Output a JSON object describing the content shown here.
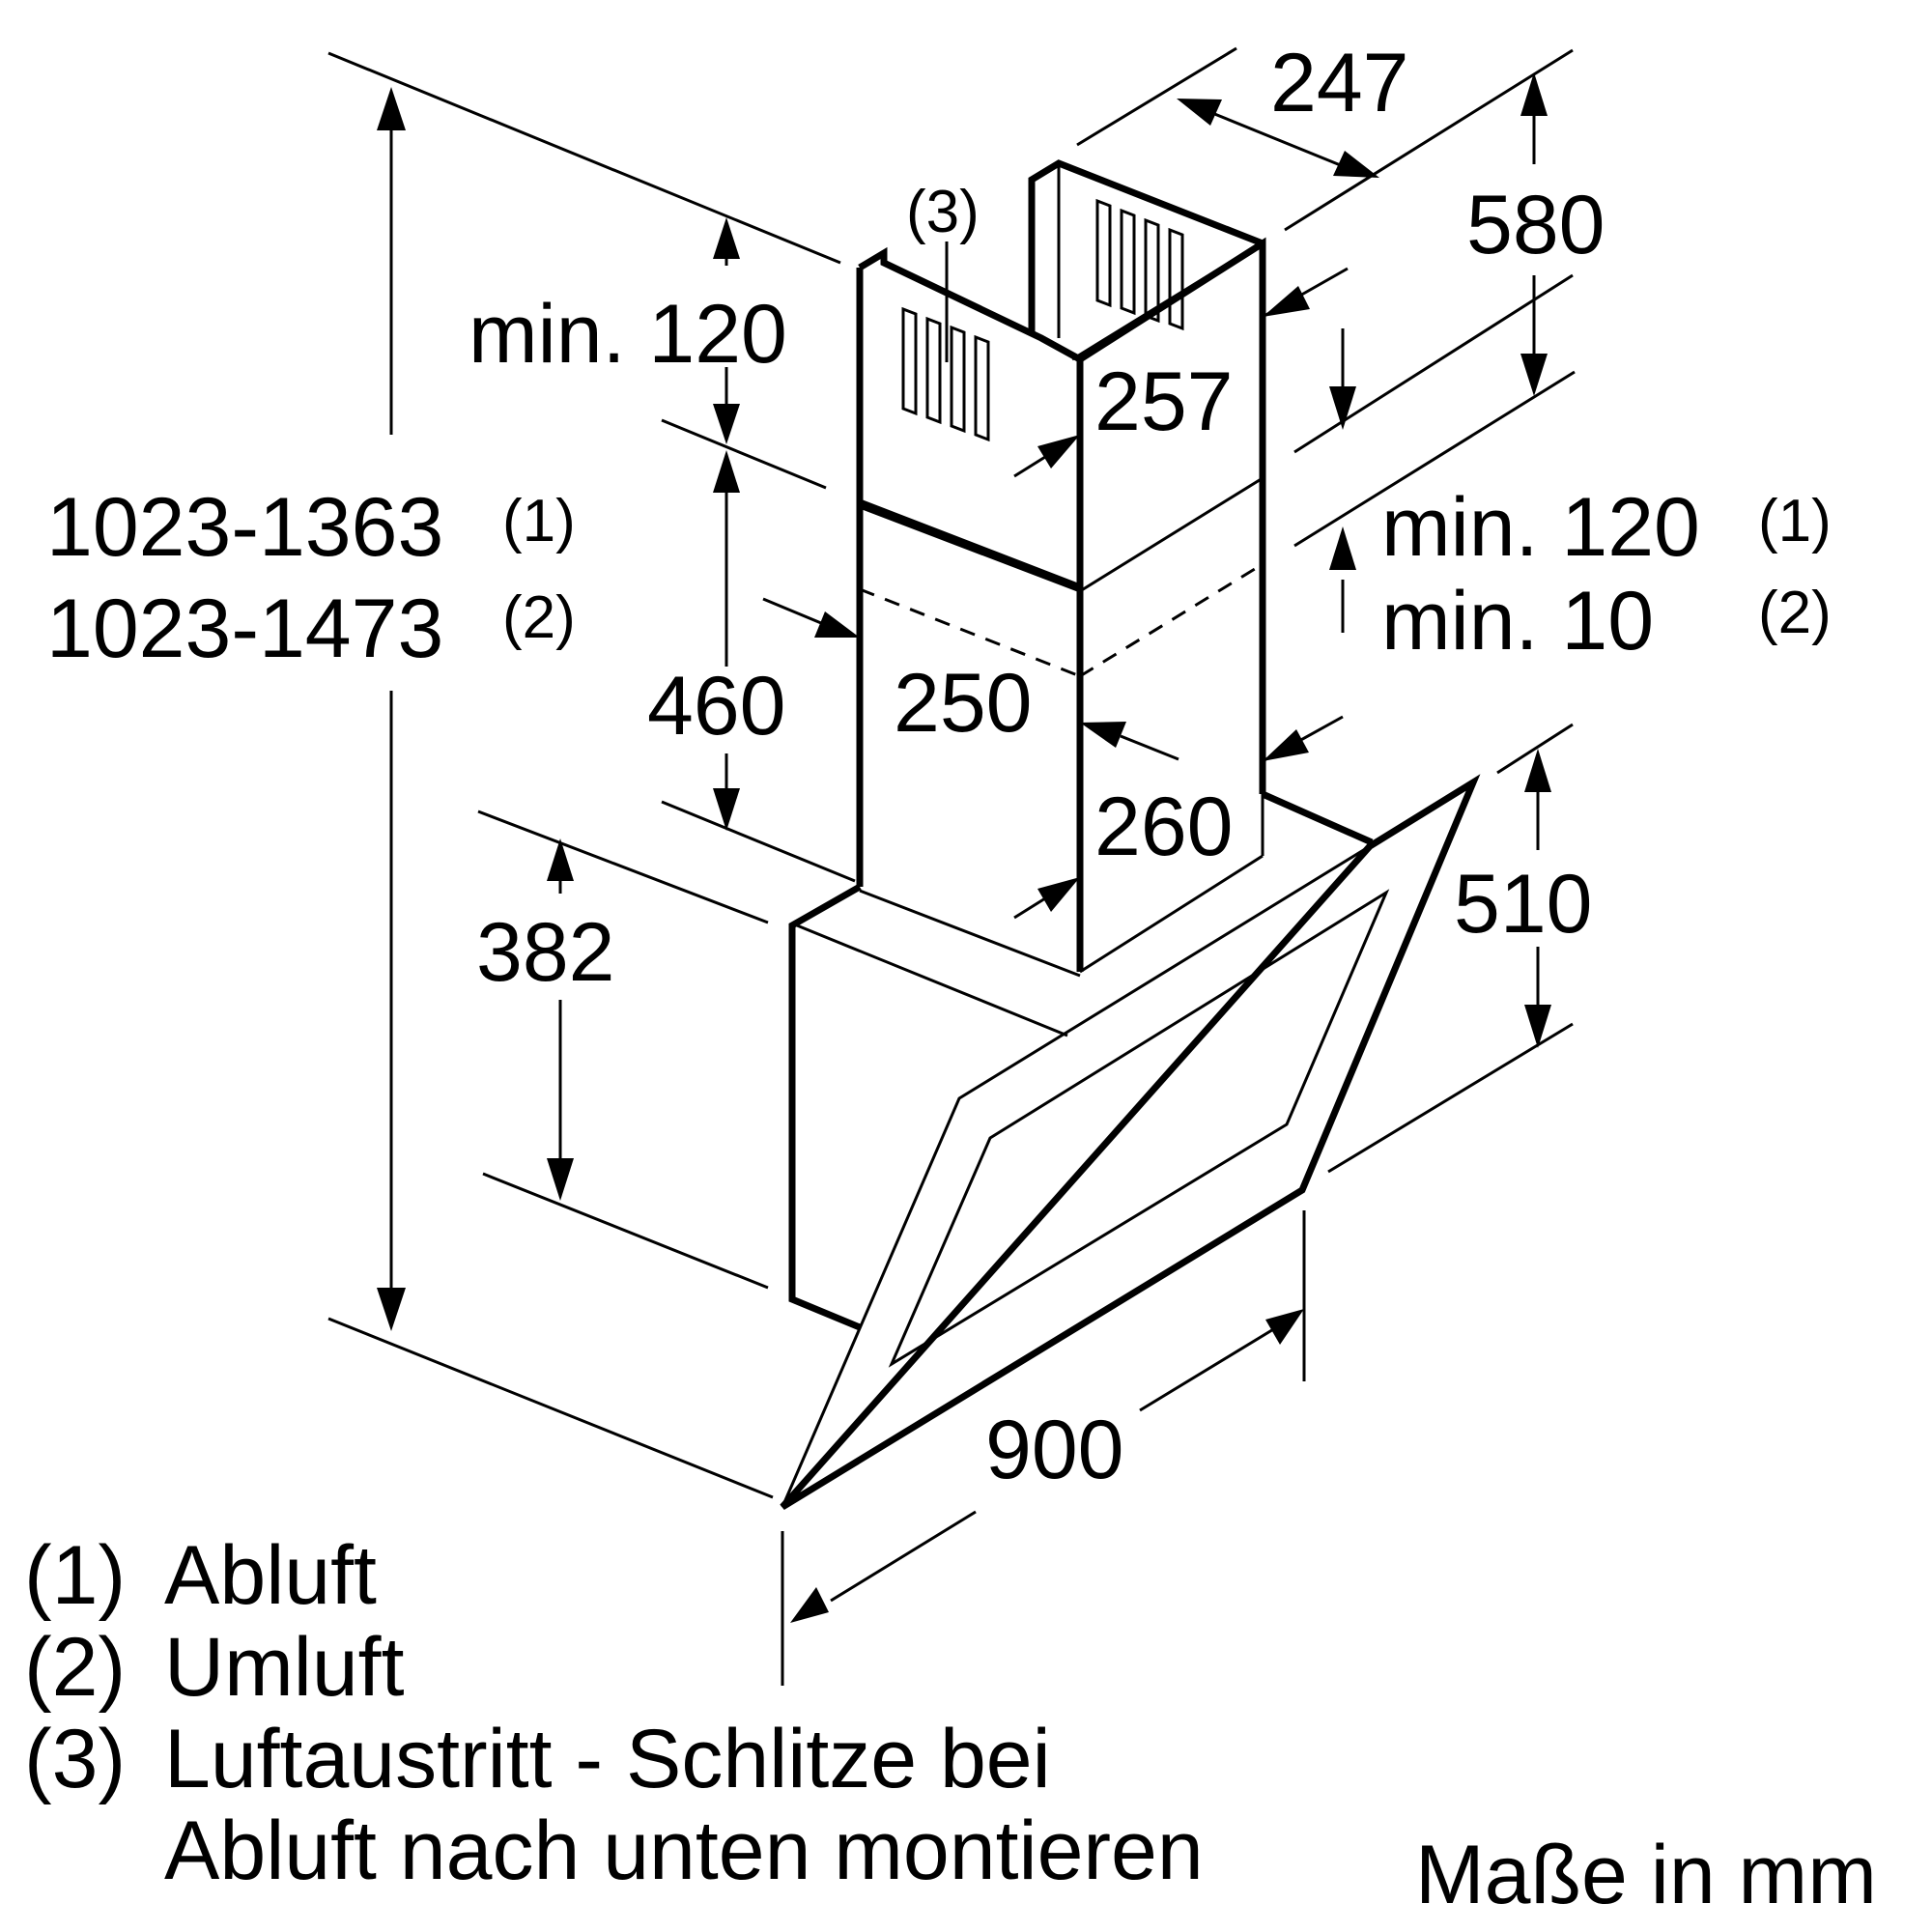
{
  "dimensions": {
    "top_width": "247",
    "top_height": "580",
    "min_top_gap": "min. 120",
    "slot_ref": "(3)",
    "total_height_1": "1023-1363",
    "total_height_2": "1023-1473",
    "sup_1": "(1)",
    "sup_2": "(2)",
    "upper_duct_depth": "257",
    "chimney_height": "460",
    "lower_duct_width": "250",
    "lower_duct_depth": "260",
    "min_gap_1": "min. 120",
    "min_gap_2": "min. 10",
    "hood_height": "510",
    "body_height": "382",
    "hood_width": "900"
  },
  "legend": {
    "item1_num": "(1)",
    "item1_text": "Abluft",
    "item2_num": "(2)",
    "item2_text": "Umluft",
    "item3_num": "(3)",
    "item3_text_line1": "Luftaustritt - Schlitze bei",
    "item3_text_line2": "Abluft nach unten montieren"
  },
  "units_note": "Maße in mm"
}
